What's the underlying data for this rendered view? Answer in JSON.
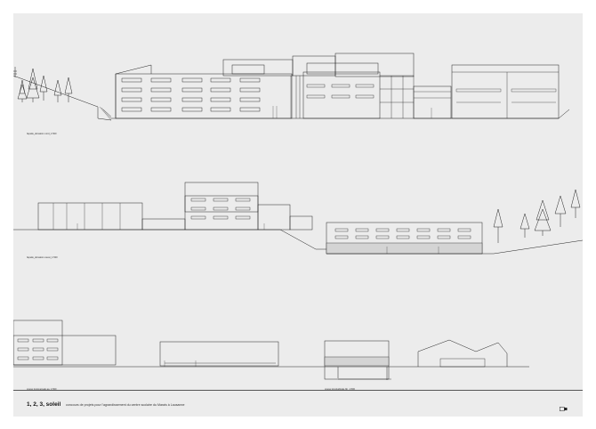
{
  "sheet": {
    "title": "1, 2, 3, soleil",
    "subtitle": "concours de projets pour l'agrandissement du centre scolaire du Marais à Lausanne"
  },
  "views": [
    {
      "label": "façade_élévation nord_1:500"
    },
    {
      "label": "façade_élévation ouest_1:500"
    },
    {
      "label": "coupe transversale aa_1:500"
    },
    {
      "label": "coupe longitudinale bb_1:500"
    }
  ],
  "colors": {
    "sheet": "#ececec",
    "line": "#222222"
  },
  "icons": {
    "logo": "firm-logo-icon"
  }
}
